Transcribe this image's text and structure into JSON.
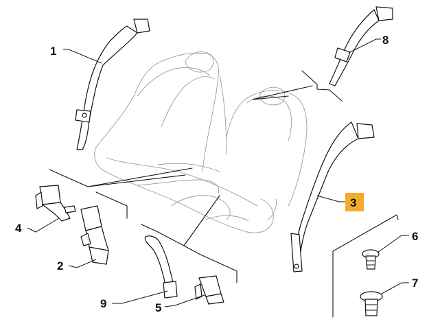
{
  "diagram": {
    "callouts": [
      {
        "id": "1",
        "label": "1"
      },
      {
        "id": "2",
        "label": "2"
      },
      {
        "id": "3",
        "label": "3",
        "highlighted": true
      },
      {
        "id": "4",
        "label": "4"
      },
      {
        "id": "5",
        "label": "5"
      },
      {
        "id": "6",
        "label": "6"
      },
      {
        "id": "7",
        "label": "7"
      },
      {
        "id": "8",
        "label": "8"
      },
      {
        "id": "9",
        "label": "9"
      }
    ],
    "highlight_color": "#f5ab2a",
    "line_color": "#111111",
    "seat_outline_color": "#9a9a9a"
  }
}
